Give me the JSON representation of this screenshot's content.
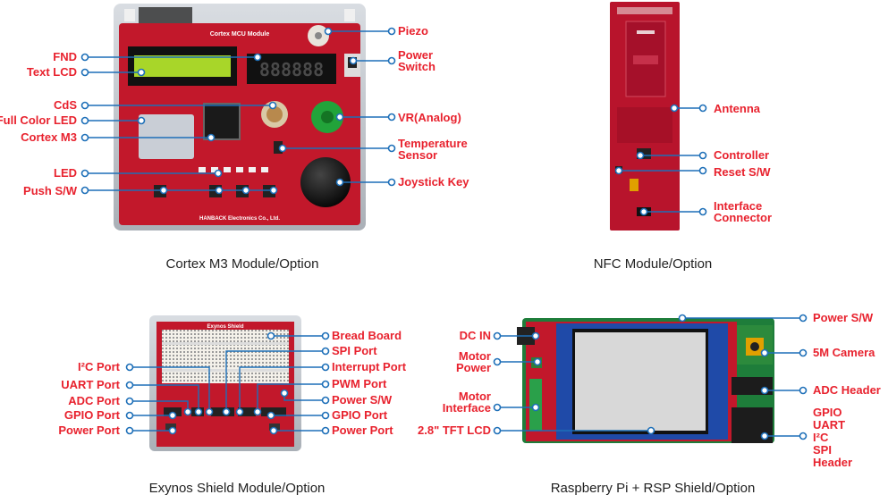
{
  "colors": {
    "label": "#e8222e",
    "line": "#1d6fb8",
    "board": "#c2182b",
    "caption": "#222222"
  },
  "panels": {
    "cortex": {
      "caption": "Cortex M3 Module/Option",
      "board_title": "Cortex MCU Module",
      "board_footer": "HANBACK Electronics Co., Ltd.",
      "fnd_digits": "888888",
      "left_labels": [
        "FND",
        "Text LCD",
        "CdS",
        "Full Color LED",
        "Cortex M3",
        "LED",
        "Push S/W"
      ],
      "right_labels": [
        "Piezo",
        "Power\nSwitch",
        "VR(Analog)",
        "Temperature\nSensor",
        "Joystick Key"
      ]
    },
    "nfc": {
      "caption": "NFC Module/Option",
      "right_labels": [
        "Antenna",
        "Controller",
        "Reset S/W",
        "Interface\nConnector"
      ]
    },
    "exynos": {
      "caption": "Exynos Shield Module/Option",
      "board_title": "Exynos Shield",
      "left_labels": [
        "I²C Port",
        "UART Port",
        "ADC Port",
        "GPIO Port",
        "Power Port"
      ],
      "right_labels": [
        "Bread Board",
        "SPI Port",
        "Interrupt Port",
        "PWM Port",
        "Power S/W",
        "GPIO Port",
        "Power Port"
      ]
    },
    "rpi": {
      "caption": "Raspberry Pi + RSP Shield/Option",
      "left_labels": [
        "DC IN",
        "Motor\nPower",
        "Motor\nInterface",
        "2.8\" TFT LCD"
      ],
      "right_labels": [
        "Power S/W",
        "5M Camera",
        "ADC Header",
        "GPIO\nUART\nI²C\nSPI\nHeader"
      ]
    }
  }
}
